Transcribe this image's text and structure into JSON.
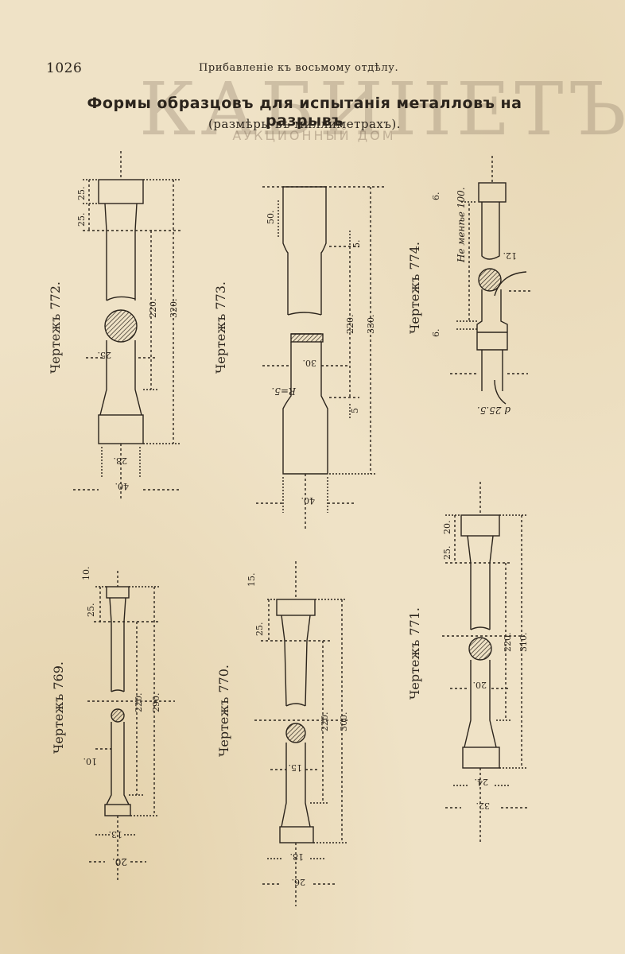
{
  "header": {
    "page_number": "1026",
    "running_title": "Прибавленіе къ восьмому отдѣлу."
  },
  "title": "Формы образцовъ для испытанія металловъ на разрывъ",
  "subtitle": "(размѣры въ миллиметрахъ).",
  "watermark": {
    "name": "КАБИНЕТЪ",
    "subtitle": "АУКЦИОННЫЙ ДОМ"
  },
  "figures": {
    "f772": {
      "label": "Чертежъ 772.",
      "dims": {
        "head": "25.",
        "shoulder": "25.",
        "gauge": "220.",
        "total": "320.",
        "middle": "25.",
        "neck": "28.",
        "head_width": "40."
      }
    },
    "f773": {
      "label": "Чертежъ 773.",
      "dims": {
        "head": "50.",
        "fillet_top": "5.",
        "gauge": "220.",
        "total": "330.",
        "width": "30.",
        "radius": "R=5.",
        "fillet_bottom": "5",
        "head_width": "40."
      }
    },
    "f774": {
      "label": "Чертежъ 774.",
      "dims": {
        "top": "6.",
        "min_length": "Не менѣе 100.",
        "diameter": "12.",
        "bottom": "6.",
        "thread": "d 25.5."
      }
    },
    "f769": {
      "label": "Чертежъ 769.",
      "dims": {
        "head": "10.",
        "shoulder": "25.",
        "gauge": "220.",
        "total": "290.",
        "middle": "10.",
        "neck": "13.",
        "head_width": "20."
      }
    },
    "f770": {
      "label": "Чертежъ 770.",
      "dims": {
        "head": "15.",
        "shoulder": "25.",
        "gauge": "220.",
        "total": "300.",
        "middle": "15.",
        "neck": "18.",
        "head_width": "26."
      }
    },
    "f771": {
      "label": "Чертежъ 771.",
      "dims": {
        "head": "20.",
        "shoulder": "25.",
        "gauge": "220.",
        "total": "310.",
        "middle": "20.",
        "neck": "24.",
        "head_width": "32."
      }
    }
  }
}
